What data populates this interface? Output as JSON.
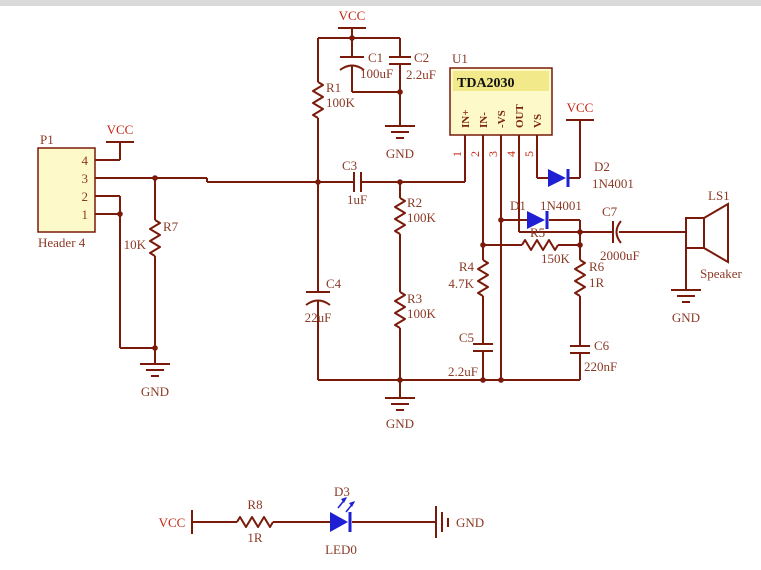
{
  "colors": {
    "wire": "#7a1a0a",
    "label": "#8b3a26",
    "power_label": "#c62310",
    "diode_blue": "#1f1fd4",
    "component_fill": "#fdf9c8",
    "ic_highlight": "#f2e98b",
    "background": "#ffffff"
  },
  "power": {
    "vcc": "VCC",
    "gnd": "GND"
  },
  "components": {
    "P1": {
      "ref": "P1",
      "value": "Header 4",
      "pins": [
        "4",
        "3",
        "2",
        "1"
      ]
    },
    "U1": {
      "ref": "U1",
      "part": "TDA2030",
      "pins": [
        "IN+",
        "IN-",
        "-VS",
        "OUT",
        "VS"
      ],
      "pin_numbers": [
        "1",
        "2",
        "3",
        "4",
        "5"
      ]
    },
    "R1": {
      "ref": "R1",
      "value": "100K"
    },
    "R2": {
      "ref": "R2",
      "value": "100K"
    },
    "R3": {
      "ref": "R3",
      "value": "100K"
    },
    "R4": {
      "ref": "R4",
      "value": "4.7K"
    },
    "R5": {
      "ref": "R5",
      "value": "150K"
    },
    "R6": {
      "ref": "R6",
      "value": "1R"
    },
    "R7": {
      "ref": "R7",
      "value": "10K"
    },
    "R8": {
      "ref": "R8",
      "value": "1R"
    },
    "C1": {
      "ref": "C1",
      "value": "100uF"
    },
    "C2": {
      "ref": "C2",
      "value": "2.2uF"
    },
    "C3": {
      "ref": "C3",
      "value": "1uF"
    },
    "C4": {
      "ref": "C4",
      "value": "22uF"
    },
    "C5": {
      "ref": "C5",
      "value": "2.2uF"
    },
    "C6": {
      "ref": "C6",
      "value": "220nF"
    },
    "C7": {
      "ref": "C7",
      "value": "2000uF"
    },
    "D1": {
      "ref": "D1",
      "value": "1N4001"
    },
    "D2": {
      "ref": "D2",
      "value": "1N4001"
    },
    "D3": {
      "ref": "D3",
      "value": "LED0"
    },
    "LS1": {
      "ref": "LS1",
      "value": "Speaker"
    }
  }
}
